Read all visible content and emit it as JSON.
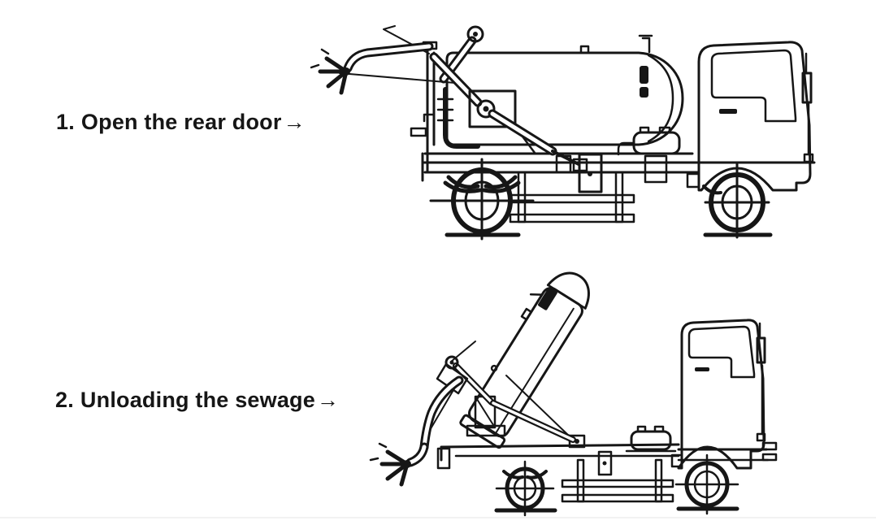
{
  "page": {
    "background": "#ffffff",
    "ink": "#161616",
    "divider_color": "#f2f2f2"
  },
  "steps": [
    {
      "number": "1.",
      "label": "Open the rear door",
      "arrow": "→",
      "drawing": "vacuum-sewage-truck-side-view-tank-horizontal-rear-door-opening"
    },
    {
      "number": "2.",
      "label": "Unloading the sewage",
      "arrow": "→",
      "drawing": "vacuum-sewage-truck-side-view-tank-tilted-up-unloading"
    }
  ]
}
